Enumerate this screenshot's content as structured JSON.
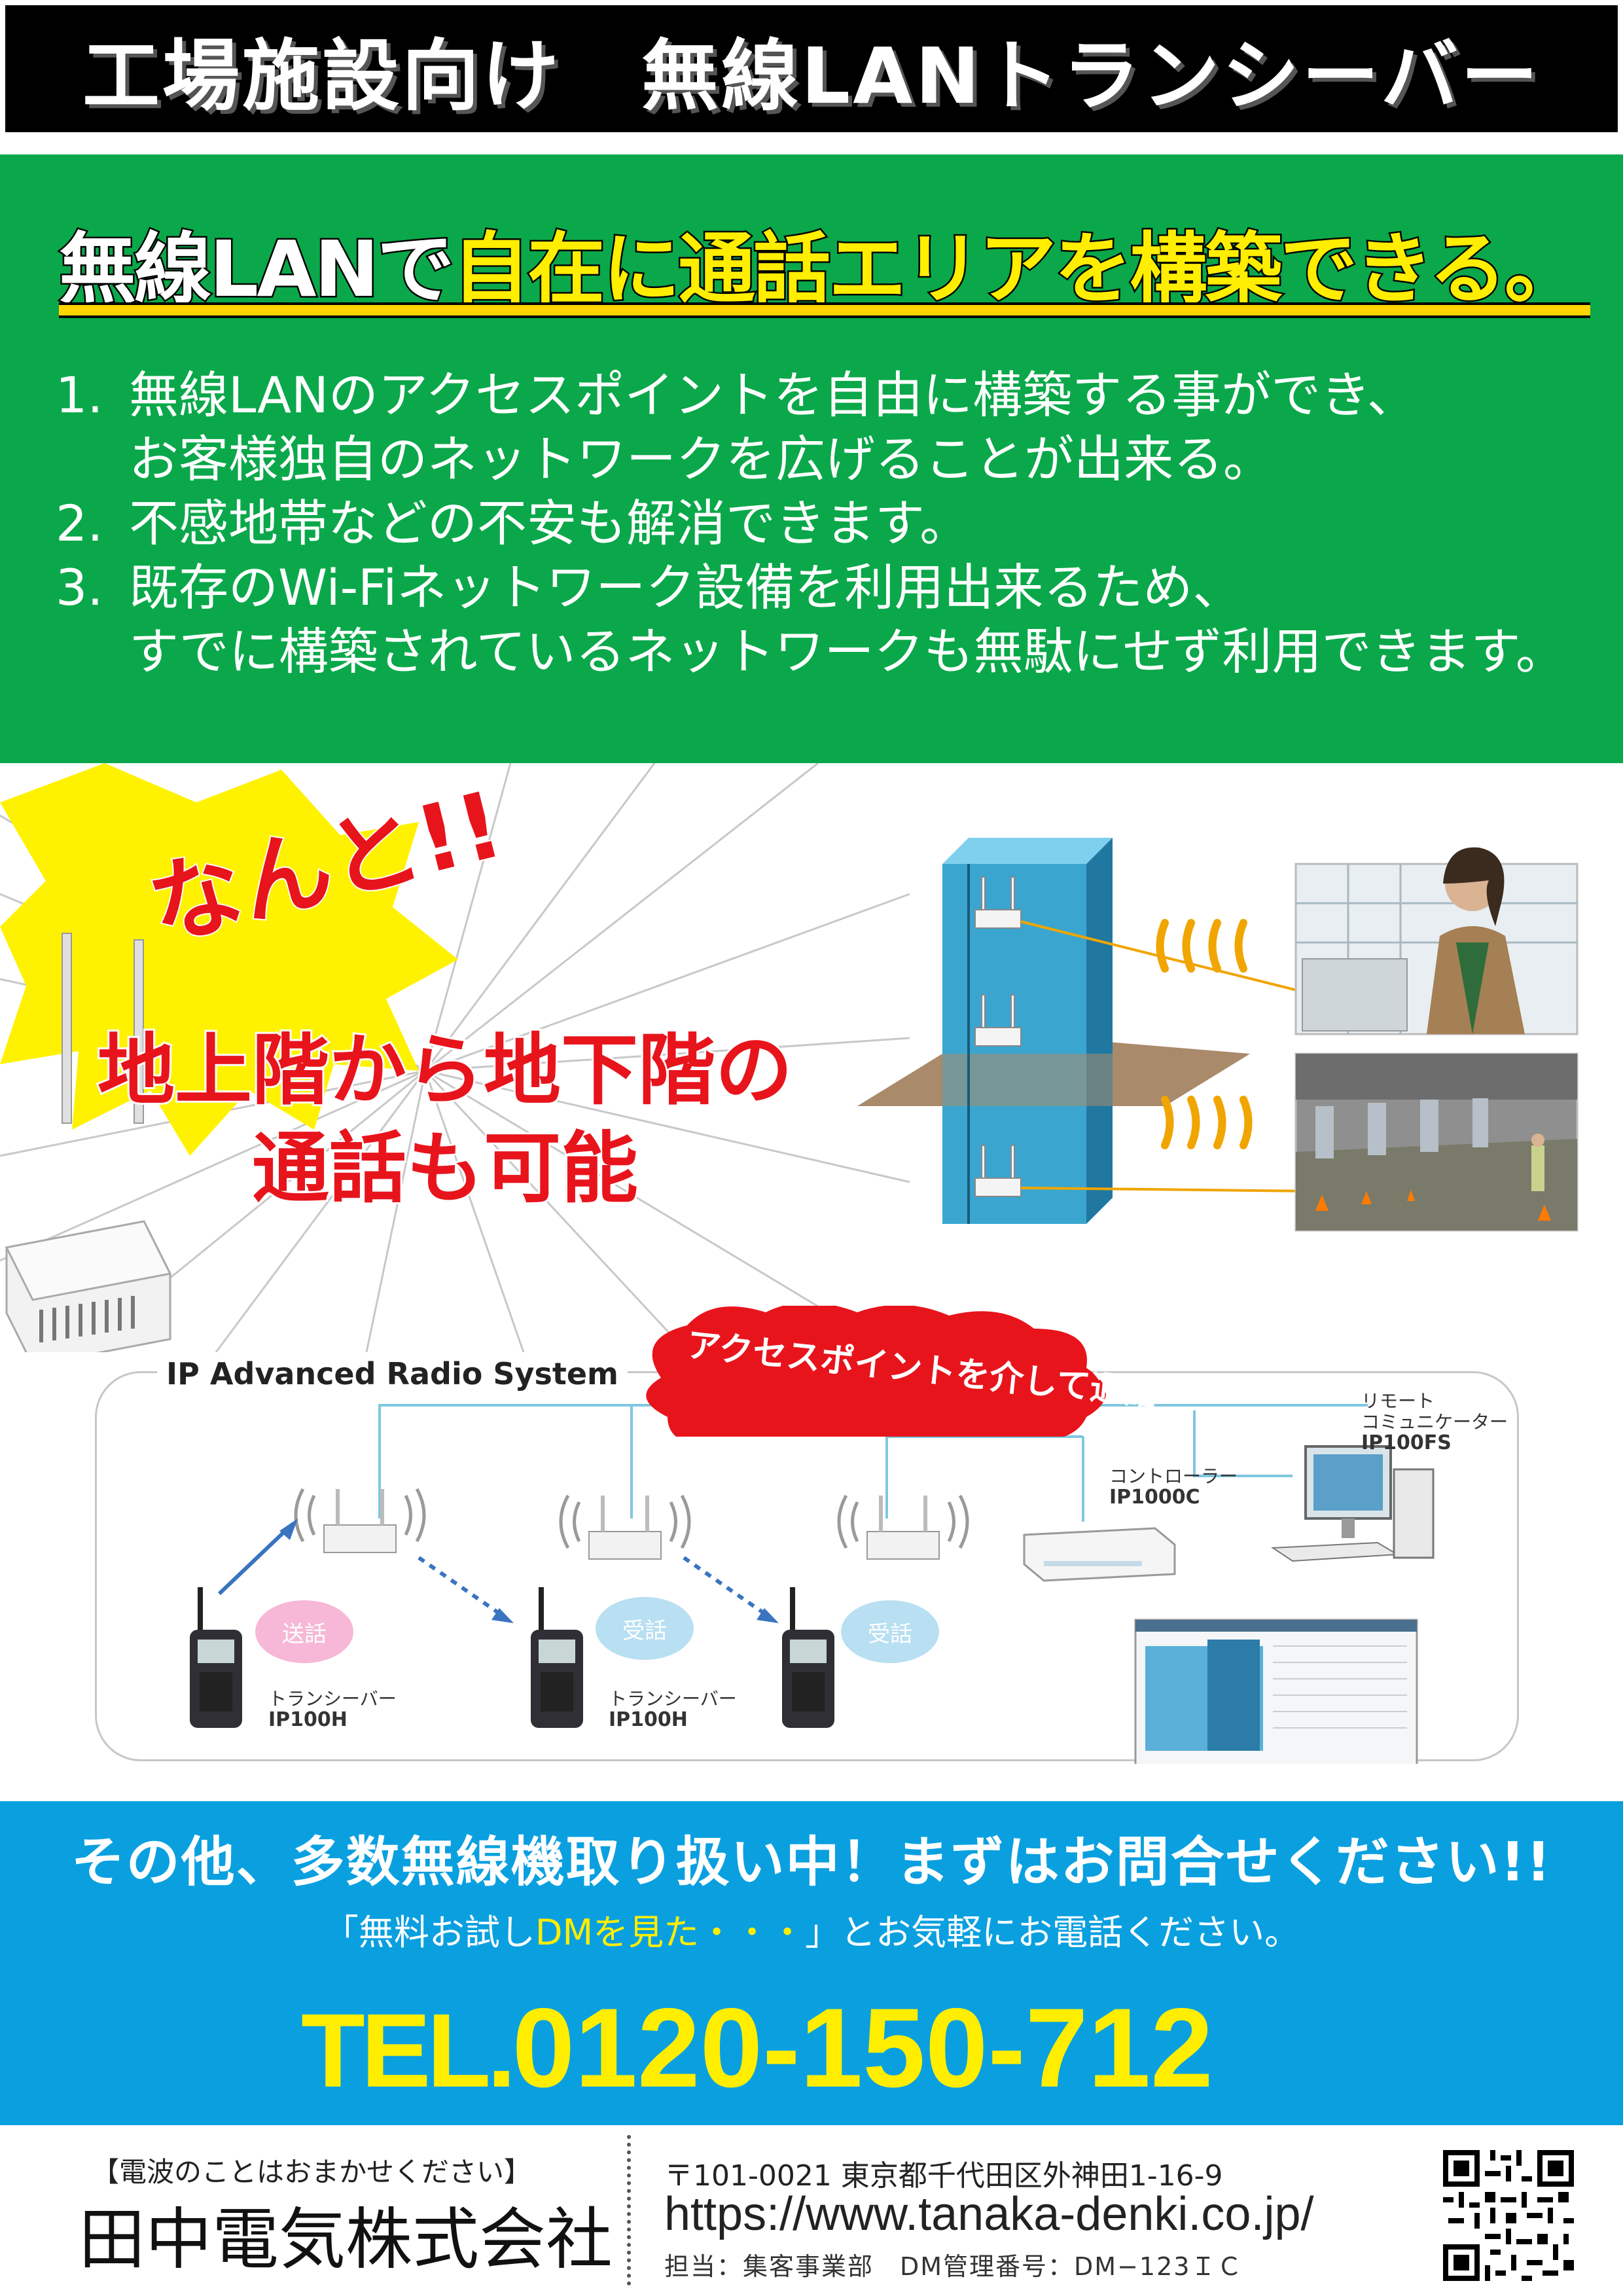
{
  "header": {
    "title": "工場施設向け　無線LANトランシーバー"
  },
  "headline": {
    "part1": "無線LANで",
    "part2": "自在に通話エリアを構築できる。"
  },
  "features": [
    {
      "num": "1.",
      "lines": [
        "無線LANのアクセスポイントを自由に構築する事ができ、",
        "お客様独自のネットワークを広げることが出来る。"
      ]
    },
    {
      "num": "2.",
      "lines": [
        "不感地帯などの不安も解消できます。"
      ]
    },
    {
      "num": "3.",
      "lines": [
        "既存のWi-Fiネットワーク設備を利用出来るため、",
        "すでに構築されているネットワークも無駄にせず利用できます。"
      ]
    }
  ],
  "burst": {
    "text": "なんと!!"
  },
  "callout": {
    "line1": "地上階から地下階の",
    "line2": "通話も可能"
  },
  "diagram": {
    "title": "IP Advanced Radio System",
    "cloud_label": "アクセスポイントを介して通話",
    "remote": {
      "l1": "リモート",
      "l2": "コミュニケーター",
      "model": "IP100FS"
    },
    "controller": {
      "label": "コントローラー",
      "model": "IP1000C"
    },
    "transceiver_label": "トランシーバー",
    "transceiver_model": "IP100H",
    "send_label": "送話",
    "receive_label": "受話"
  },
  "colors": {
    "green": "#0aa84a",
    "blue": "#0aa0e0",
    "yellow": "#ffee00",
    "red": "#e8141c",
    "send_bubble": "#f6b8d6",
    "receive_bubble": "#b8dff2"
  },
  "cta": {
    "headline": "その他、多数無線機取り扱い中！まずはお問合せください!!",
    "sub_pre": "「無料お試し",
    "sub_highlight": "DMを見た・・・",
    "sub_post": "」とお気軽にお電話ください。",
    "tel_prefix": "TEL.",
    "tel_number": "0120-150-712"
  },
  "footer": {
    "tagline": "【電波のことはおまかせください】",
    "company": "田中電気株式会社",
    "address": "〒101-0021  東京都千代田区外神田1-16-9",
    "url": "https://www.tanaka-denki.co.jp/",
    "contact": "担当：集客事業部　DM管理番号：DM−123ＩＣ"
  }
}
